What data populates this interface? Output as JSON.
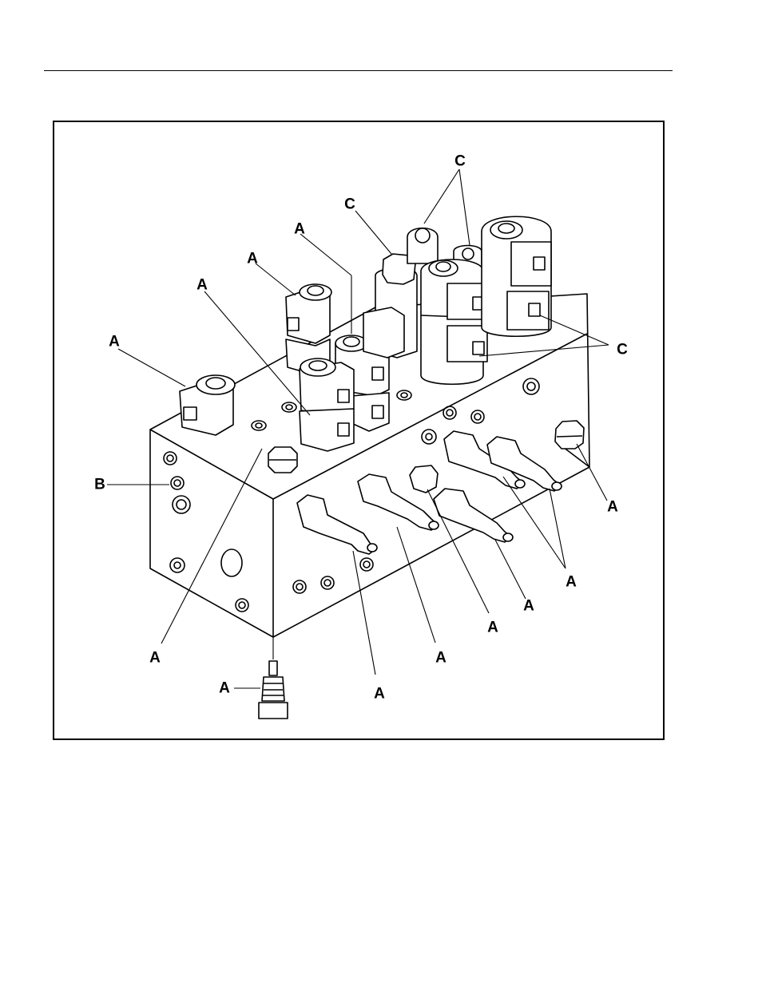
{
  "diagram": {
    "callouts": [
      {
        "id": "c-top-1",
        "text": "C"
      },
      {
        "id": "c-top-2",
        "text": "C"
      },
      {
        "id": "c-right",
        "text": "C"
      },
      {
        "id": "a-1",
        "text": "A"
      },
      {
        "id": "a-2",
        "text": "A"
      },
      {
        "id": "a-3",
        "text": "A"
      },
      {
        "id": "a-4",
        "text": "A"
      },
      {
        "id": "b-1",
        "text": "B"
      },
      {
        "id": "a-right-1",
        "text": "A"
      },
      {
        "id": "a-right-2",
        "text": "A"
      },
      {
        "id": "a-bot-1",
        "text": "A"
      },
      {
        "id": "a-bot-2",
        "text": "A"
      },
      {
        "id": "a-bot-3",
        "text": "A"
      },
      {
        "id": "a-bot-4",
        "text": "A"
      },
      {
        "id": "a-bot-5",
        "text": "A"
      },
      {
        "id": "a-bot-6",
        "text": "A"
      }
    ]
  }
}
